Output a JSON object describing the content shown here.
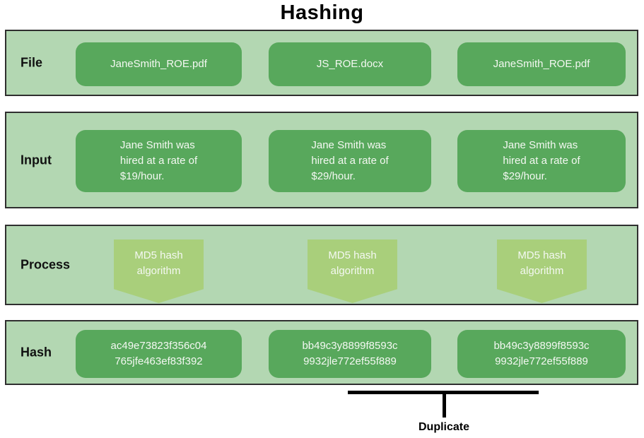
{
  "title": "Hashing",
  "rows": [
    {
      "label": "File",
      "items": [
        "JaneSmith_ROE.pdf",
        "JS_ROE.docx",
        "JaneSmith_ROE.pdf"
      ]
    },
    {
      "label": "Input",
      "items": [
        "Jane Smith was\nhired at a rate of\n$19/hour.",
        "Jane Smith was\nhired at a rate of\n$29/hour.",
        "Jane Smith was\nhired at a rate of\n$29/hour."
      ]
    },
    {
      "label": "Process",
      "items": [
        "MD5 hash\nalgorithm",
        "MD5 hash\nalgorithm",
        "MD5 hash\nalgorithm"
      ]
    },
    {
      "label": "Hash",
      "items": [
        "ac49e73823f356c04\n765jfe463ef83f392",
        "bb49c3y8899f8593c\n9932jle772ef55f889",
        "bb49c3y8899f8593c\n9932jle772ef55f889"
      ]
    }
  ],
  "annotation": {
    "label": "Duplicate"
  },
  "colors": {
    "band-bg": "#b3d7b2",
    "node-bg": "#58a85c",
    "process-bg": "#a9cf7b",
    "band-border": "#2f2f2f",
    "node-text": "#f4f8f2",
    "label-text": "#111111",
    "line-color": "#000000"
  }
}
